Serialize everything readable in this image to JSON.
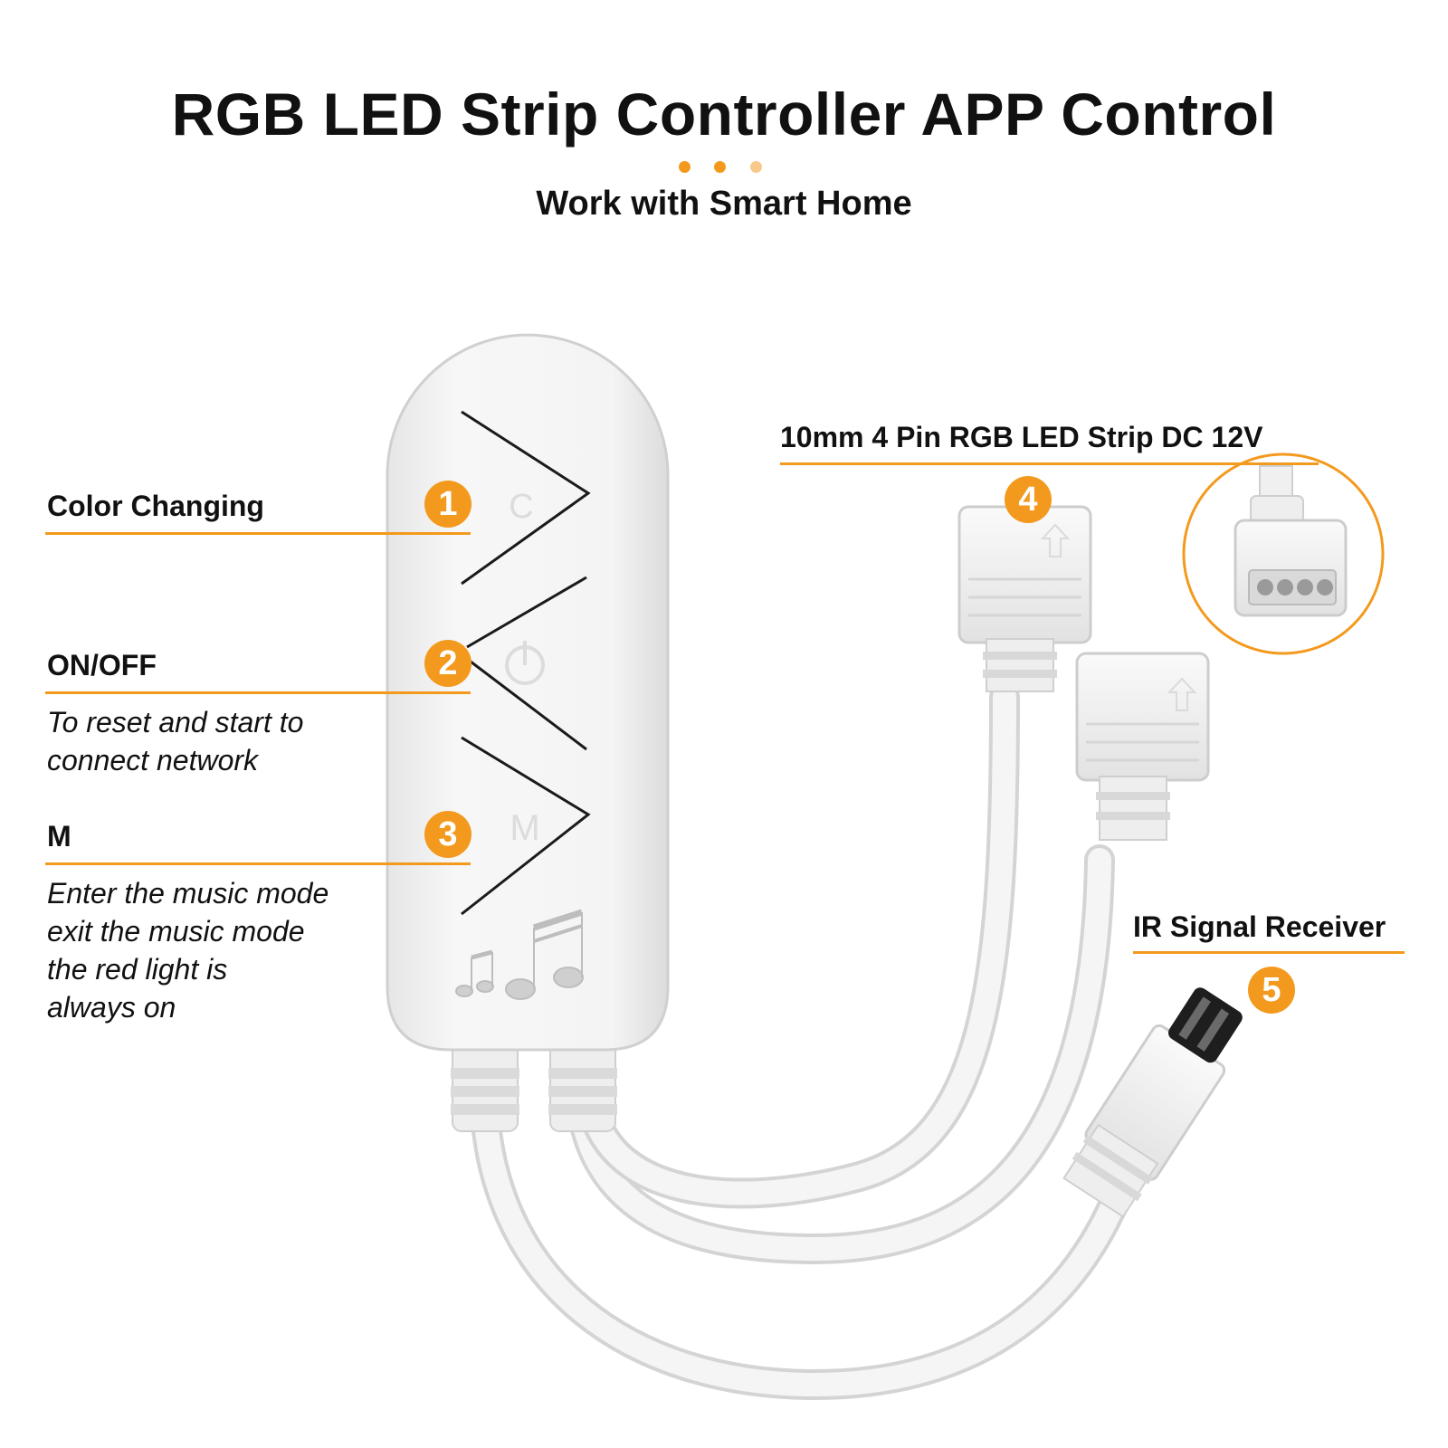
{
  "title": "RGB LED Strip Controller APP Control",
  "subtitle": "Work with Smart Home",
  "colors": {
    "accent": "#F39A1E",
    "accent_light": "#F7C98B",
    "text": "#111111",
    "device": "#F3F3F3",
    "device_edge": "#D2D2D2"
  },
  "callouts": [
    {
      "number": "1",
      "label": "Color Changing",
      "description": []
    },
    {
      "number": "2",
      "label": "ON/OFF",
      "description": [
        "To reset and start to",
        "connect network"
      ]
    },
    {
      "number": "3",
      "label": "M",
      "description": [
        "Enter the music mode",
        "exit the music mode",
        "the red light is",
        "always on"
      ]
    },
    {
      "number": "4",
      "label": "10mm 4 Pin RGB LED Strip DC 12V",
      "description": []
    },
    {
      "number": "5",
      "label": "IR Signal Receiver",
      "description": []
    }
  ],
  "controller_buttons": [
    "C",
    "M"
  ],
  "icons": [
    "power-icon",
    "music-note-icon",
    "arrow-up-icon"
  ]
}
